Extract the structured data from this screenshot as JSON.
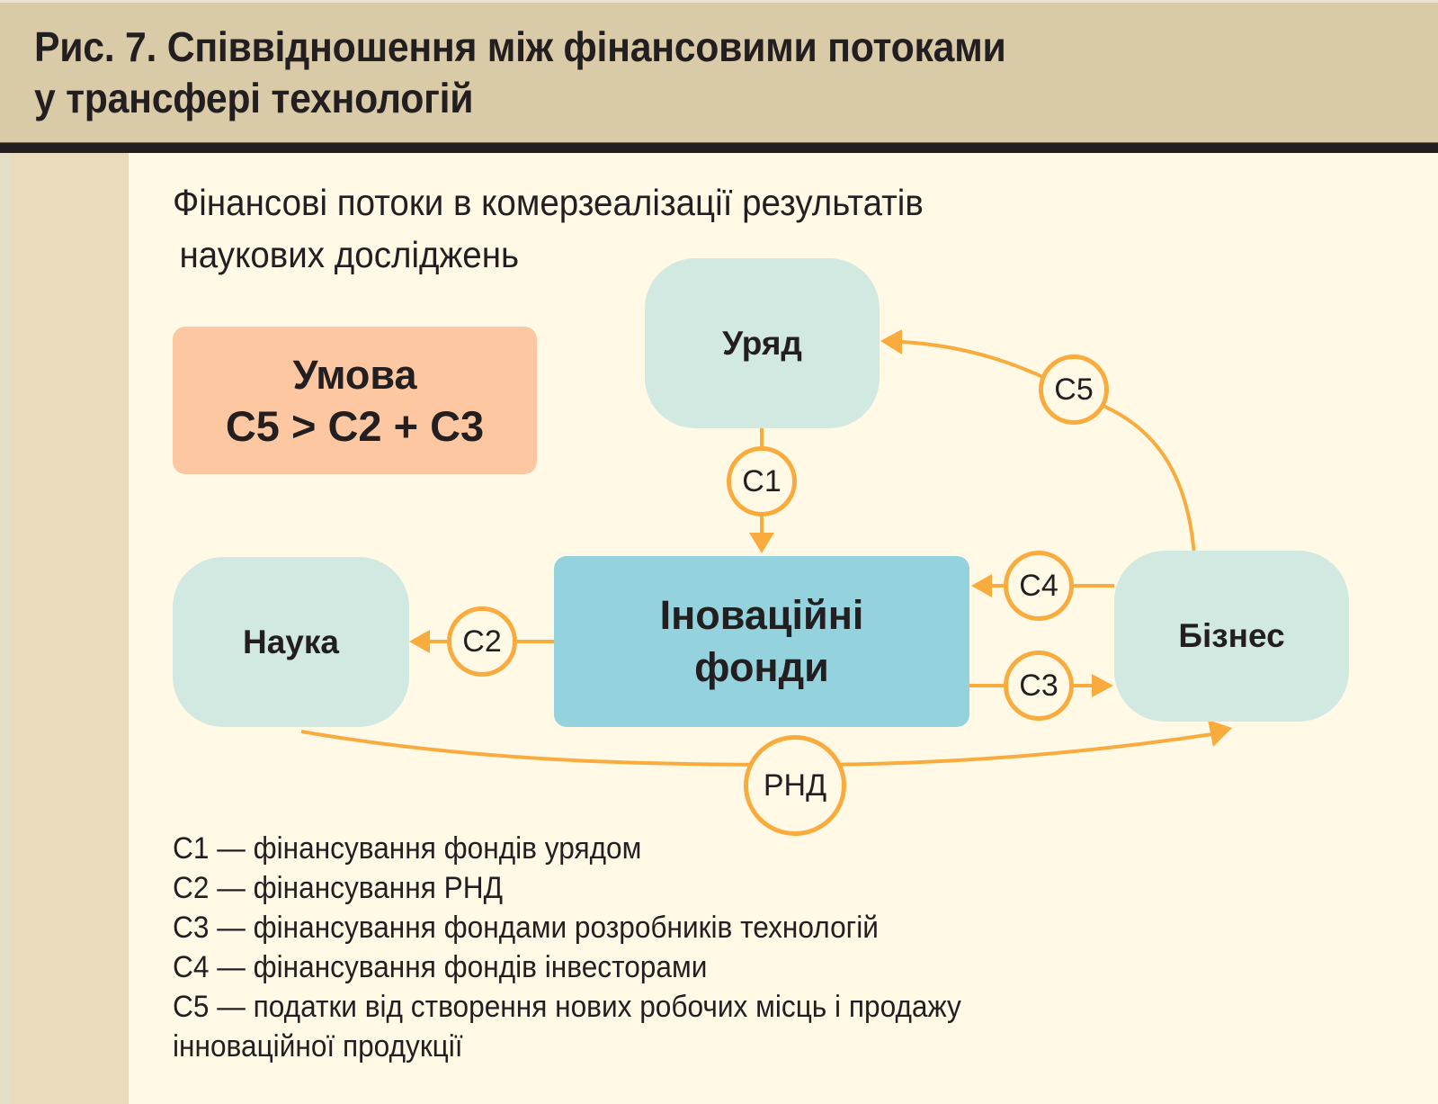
{
  "header": {
    "title_line1": "Рис. 7. Співвідношення між фінансовими потоками",
    "title_line2": "у трансфері технологій"
  },
  "subtitle": {
    "line1": "Фінансові потоки в комерзеалізації результатів",
    "line2": "наукових досліджень"
  },
  "condition": {
    "label": "Умова",
    "formula": "С5 > С2 + С3"
  },
  "nodes": {
    "government": "Уряд",
    "science": "Наука",
    "business": "Бізнес",
    "funds_line1": "Іноваційні",
    "funds_line2": "фонди"
  },
  "flows": {
    "c1": "С1",
    "c2": "С2",
    "c3": "С3",
    "c4": "С4",
    "c5": "С5",
    "rnd": "РНД"
  },
  "legend": [
    "С1 — фінансування фондів урядом",
    "С2 — фінансування РНД",
    "С3 — фінансування фондами розробників технологій",
    "С4 — фінансування фондів інвесторами",
    "С5 — податки від створення нових робочих місць і продажу",
    "інноваційної продукції"
  ],
  "colors": {
    "header_bg": "#d9cba8",
    "page_bg": "#fff9e6",
    "node_bg": "#d2e9e2",
    "funds_bg": "#94d3dd",
    "condition_bg": "#fdc8a1",
    "arrow": "#f9ac3d"
  }
}
